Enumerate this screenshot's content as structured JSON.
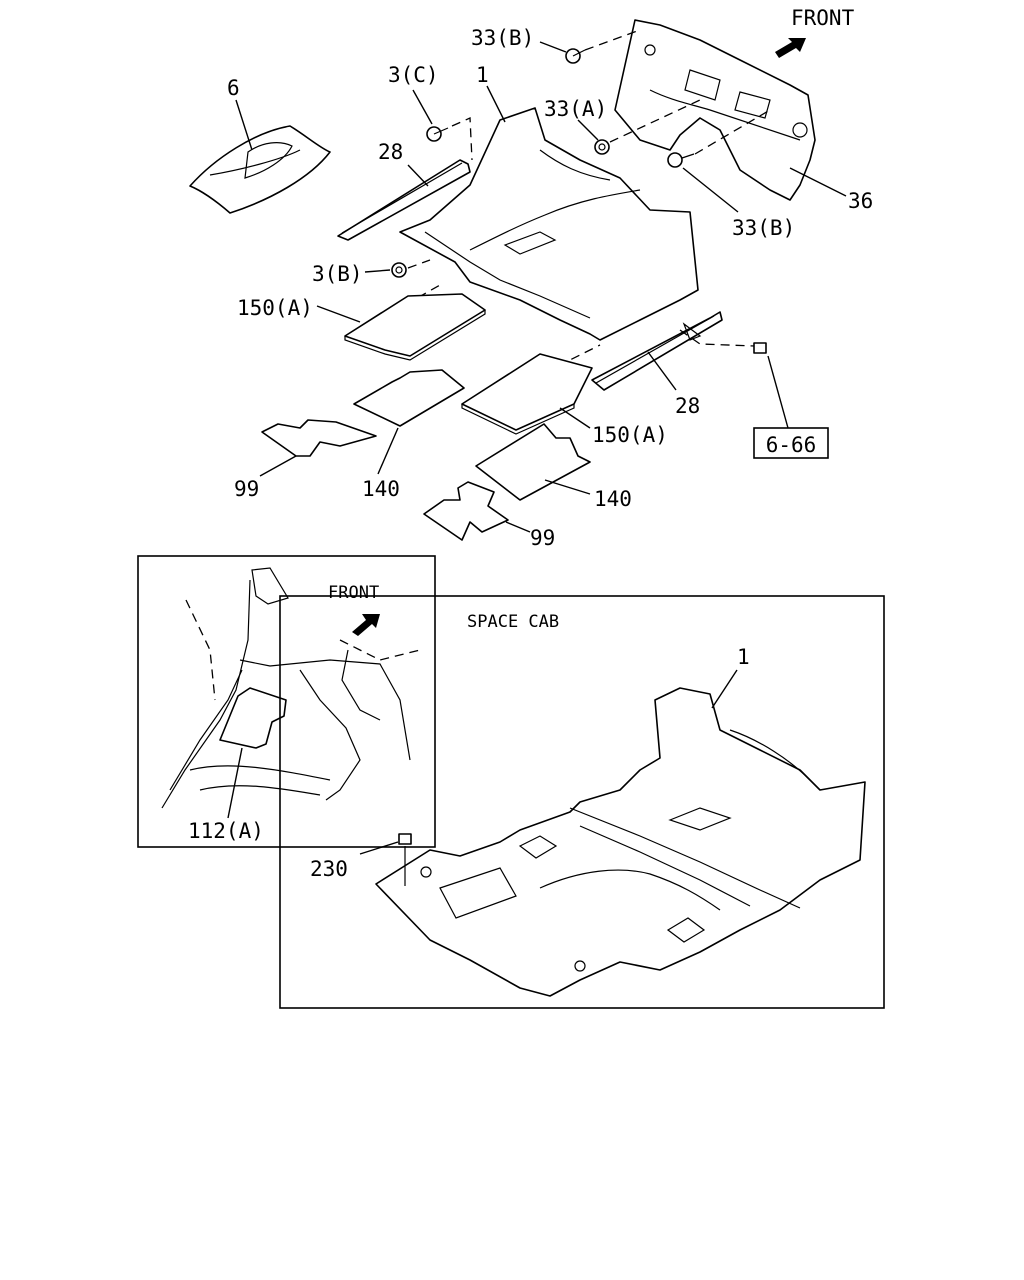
{
  "labels": {
    "front_top": "FRONT",
    "front_inset": "FRONT",
    "space_cab": "SPACE CAB",
    "p6": "6",
    "p1_top": "1",
    "p3c": "3(C)",
    "p28_left": "28",
    "p33b_top": "33(B)",
    "p33a": "33(A)",
    "p36": "36",
    "p33b_right": "33(B)",
    "p3b": "3(B)",
    "p150a_left": "150(A)",
    "p150a_right": "150(A)",
    "p28_right": "28",
    "ref_6_66": "6-66",
    "p99_left": "99",
    "p140_left": "140",
    "p140_right": "140",
    "p99_right": "99",
    "p112a": "112(A)",
    "p1_space": "1",
    "p230": "230"
  }
}
